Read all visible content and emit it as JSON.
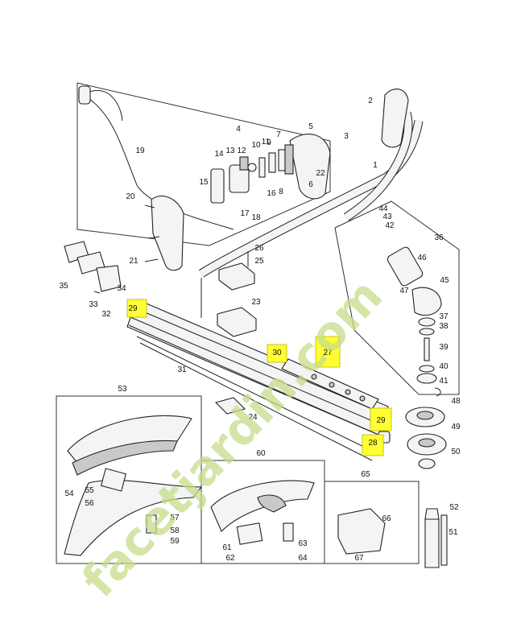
{
  "watermark": "facetjardin.com",
  "callouts": [
    "1",
    "2",
    "3",
    "4",
    "5",
    "6",
    "7",
    "8",
    "9",
    "10",
    "11",
    "12",
    "13",
    "14",
    "15",
    "16",
    "17",
    "18",
    "19",
    "20",
    "21",
    "22",
    "23",
    "24",
    "25",
    "26",
    "27",
    "28",
    "29",
    "30",
    "31",
    "32",
    "33",
    "34",
    "35",
    "36",
    "37",
    "38",
    "39",
    "40",
    "41",
    "42",
    "43",
    "44",
    "45",
    "46",
    "47",
    "48",
    "49",
    "50",
    "51",
    "52",
    "53",
    "54",
    "55",
    "56",
    "57",
    "58",
    "59",
    "60",
    "61",
    "62",
    "63",
    "64",
    "65",
    "66",
    "67"
  ],
  "highlighted_callouts": [
    "29",
    "30",
    "27",
    "29",
    "28"
  ],
  "colors": {
    "highlight": "#ffff33",
    "watermark": "#c6dd8a",
    "line": "#222222"
  }
}
